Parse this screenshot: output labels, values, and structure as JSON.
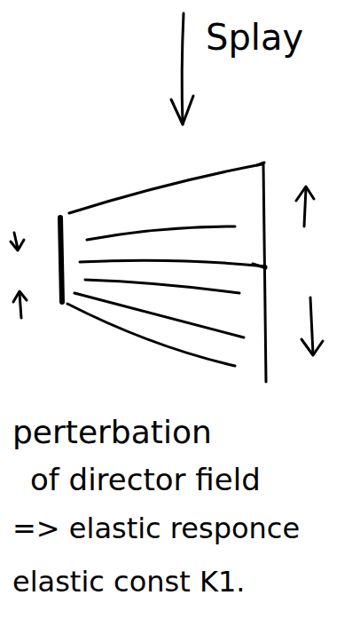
{
  "diagram": {
    "labels": [
      "Splay",
      "perterbation",
      "of director field",
      "=> elastic responce",
      "elastic const K1."
    ]
  }
}
